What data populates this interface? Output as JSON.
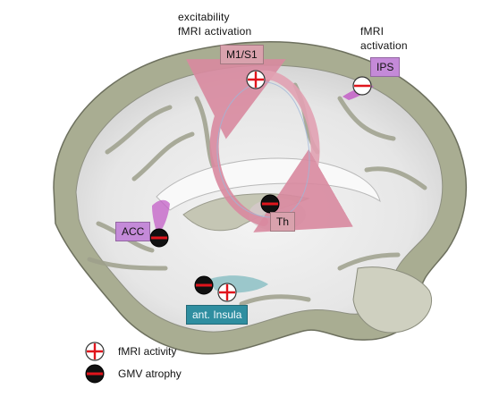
{
  "annotations": {
    "excitability": "excitability",
    "fmri_activation_m1": "fMRI activation",
    "fmri_ips_line1": "fMRI",
    "fmri_ips_line2": "activation"
  },
  "regions": {
    "m1s1": "M1/S1",
    "ips": "IPS",
    "acc": "ACC",
    "th": "Th",
    "insula": "ant. Insula"
  },
  "legend": {
    "fmri_activity": "fMRI activity",
    "gmv_atrophy": "GMV atrophy"
  },
  "colors": {
    "pink_box": "#d9a2ad",
    "purple_box": "#c48ad8",
    "teal_box": "#2f8ea0",
    "marker_red": "#e0151d",
    "brain_white_matter": "#efefef",
    "brain_gray_matter": "#b9bca3"
  }
}
